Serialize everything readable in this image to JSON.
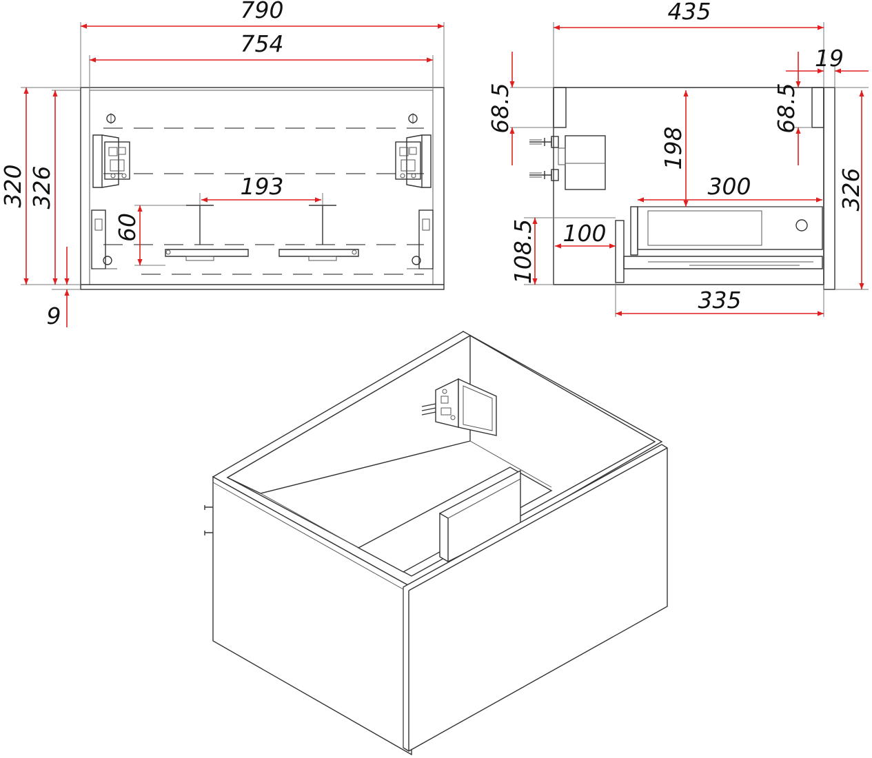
{
  "front_view": {
    "overall_width": "790",
    "inner_width": "754",
    "overall_height": "320",
    "side_height": "326",
    "base_offset": "9",
    "rail_spacing": "193",
    "bracket_height": "60"
  },
  "side_view": {
    "overall_depth": "435",
    "door_thickness": "19",
    "top_offset_left": "68.5",
    "top_offset_right": "68.5",
    "height_to_drawer": "198",
    "drawer_depth": "300",
    "height": "326",
    "drawer_front_offset": "100",
    "bottom_height": "108.5",
    "rail_length": "335"
  },
  "colors": {
    "dimension_line": "#e02020",
    "drawing_line": "#333333",
    "text": "#111111"
  }
}
